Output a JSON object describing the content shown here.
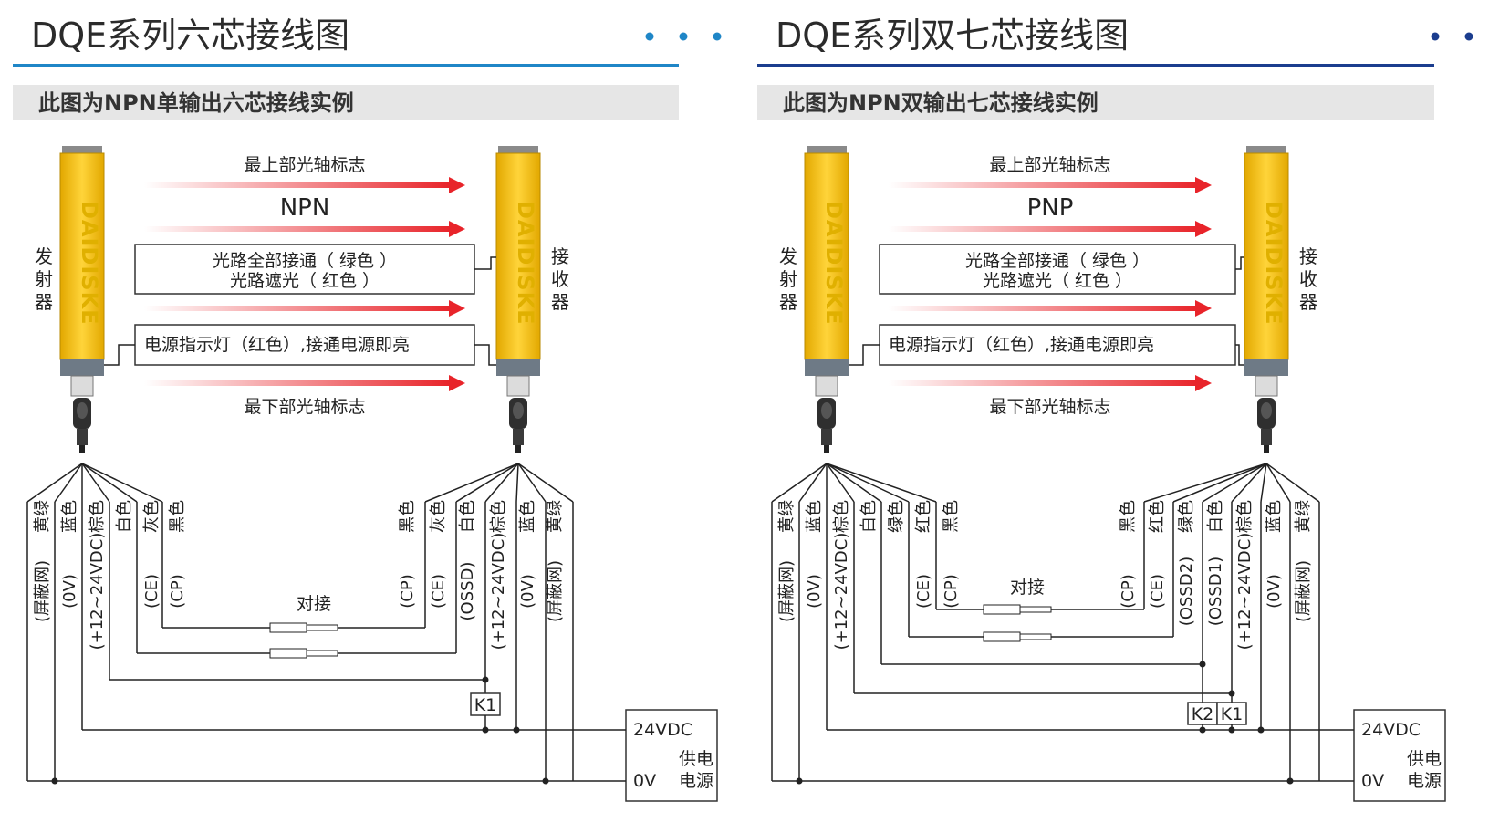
{
  "colors": {
    "accent_blue": "#1f86c7",
    "accent_dark_blue": "#1b3d8e",
    "arrow_red": "#e8242a",
    "sensor_yellow": "#f3c21a",
    "subtitle_bg": "#e6e6e6"
  },
  "left": {
    "title": "DQE系列六芯接线图",
    "subtitle": "此图为NPN单输出六芯接线实例",
    "emitter_label": [
      "发",
      "射",
      "器"
    ],
    "receiver_label": [
      "接",
      "收",
      "器"
    ],
    "brand": "DAIDISKE",
    "top_axis": "最上部光轴标志",
    "mode": "NPN",
    "state_box": [
      "光路全部接通（ 绿色 ）",
      "光路遮光（ 红色 ）"
    ],
    "power_box": "电源指示灯（红色）,接通电源即亮",
    "bottom_axis": "最下部光轴标志",
    "emitter_wires": [
      {
        "fn": "(屏蔽网)",
        "color": "黄绿"
      },
      {
        "fn": "(0V)",
        "color": "蓝色"
      },
      {
        "fn": "(+12~24VDC)",
        "color": "棕色"
      },
      {
        "fn": "",
        "color": "白色"
      },
      {
        "fn": "(CE)",
        "color": "灰色"
      },
      {
        "fn": "(CP)",
        "color": "黑色"
      }
    ],
    "receiver_wires": [
      {
        "fn": "(CP)",
        "color": "黑色"
      },
      {
        "fn": "(CE)",
        "color": "灰色"
      },
      {
        "fn": "(OSSD)",
        "color": "白色"
      },
      {
        "fn": "(+12~24VDC)",
        "color": "棕色"
      },
      {
        "fn": "(0V)",
        "color": "蓝色"
      },
      {
        "fn": "(屏蔽网)",
        "color": "黄绿"
      }
    ],
    "connect_label": "对接",
    "relays": [
      "K1"
    ],
    "supply_v": "24VDC",
    "supply_0": "0V",
    "supply_name": [
      "供电",
      "电源"
    ]
  },
  "right": {
    "title": "DQE系列双七芯接线图",
    "subtitle": "此图为NPN双输出七芯接线实例",
    "emitter_label": [
      "发",
      "射",
      "器"
    ],
    "receiver_label": [
      "接",
      "收",
      "器"
    ],
    "brand": "DAIDISKE",
    "top_axis": "最上部光轴标志",
    "mode": "PNP",
    "state_box": [
      "光路全部接通（ 绿色 ）",
      "光路遮光（ 红色 ）"
    ],
    "power_box": "电源指示灯（红色）,接通电源即亮",
    "bottom_axis": "最下部光轴标志",
    "emitter_wires": [
      {
        "fn": "(屏蔽网)",
        "color": "黄绿"
      },
      {
        "fn": "(0V)",
        "color": "蓝色"
      },
      {
        "fn": "(+12~24VDC)",
        "color": "棕色"
      },
      {
        "fn": "",
        "color": "白色"
      },
      {
        "fn": "",
        "color": "绿色"
      },
      {
        "fn": "(CE)",
        "color": "红色"
      },
      {
        "fn": "(CP)",
        "color": "黑色"
      }
    ],
    "receiver_wires": [
      {
        "fn": "(CP)",
        "color": "黑色"
      },
      {
        "fn": "(CE)",
        "color": "红色"
      },
      {
        "fn": "(OSSD2)",
        "color": "绿色"
      },
      {
        "fn": "(OSSD1)",
        "color": "白色"
      },
      {
        "fn": "(+12~24VDC)",
        "color": "棕色"
      },
      {
        "fn": "(0V)",
        "color": "蓝色"
      },
      {
        "fn": "(屏蔽网)",
        "color": "黄绿"
      }
    ],
    "connect_label": "对接",
    "relays": [
      "K2",
      "K1"
    ],
    "supply_v": "24VDC",
    "supply_0": "0V",
    "supply_name": [
      "供电",
      "电源"
    ]
  }
}
